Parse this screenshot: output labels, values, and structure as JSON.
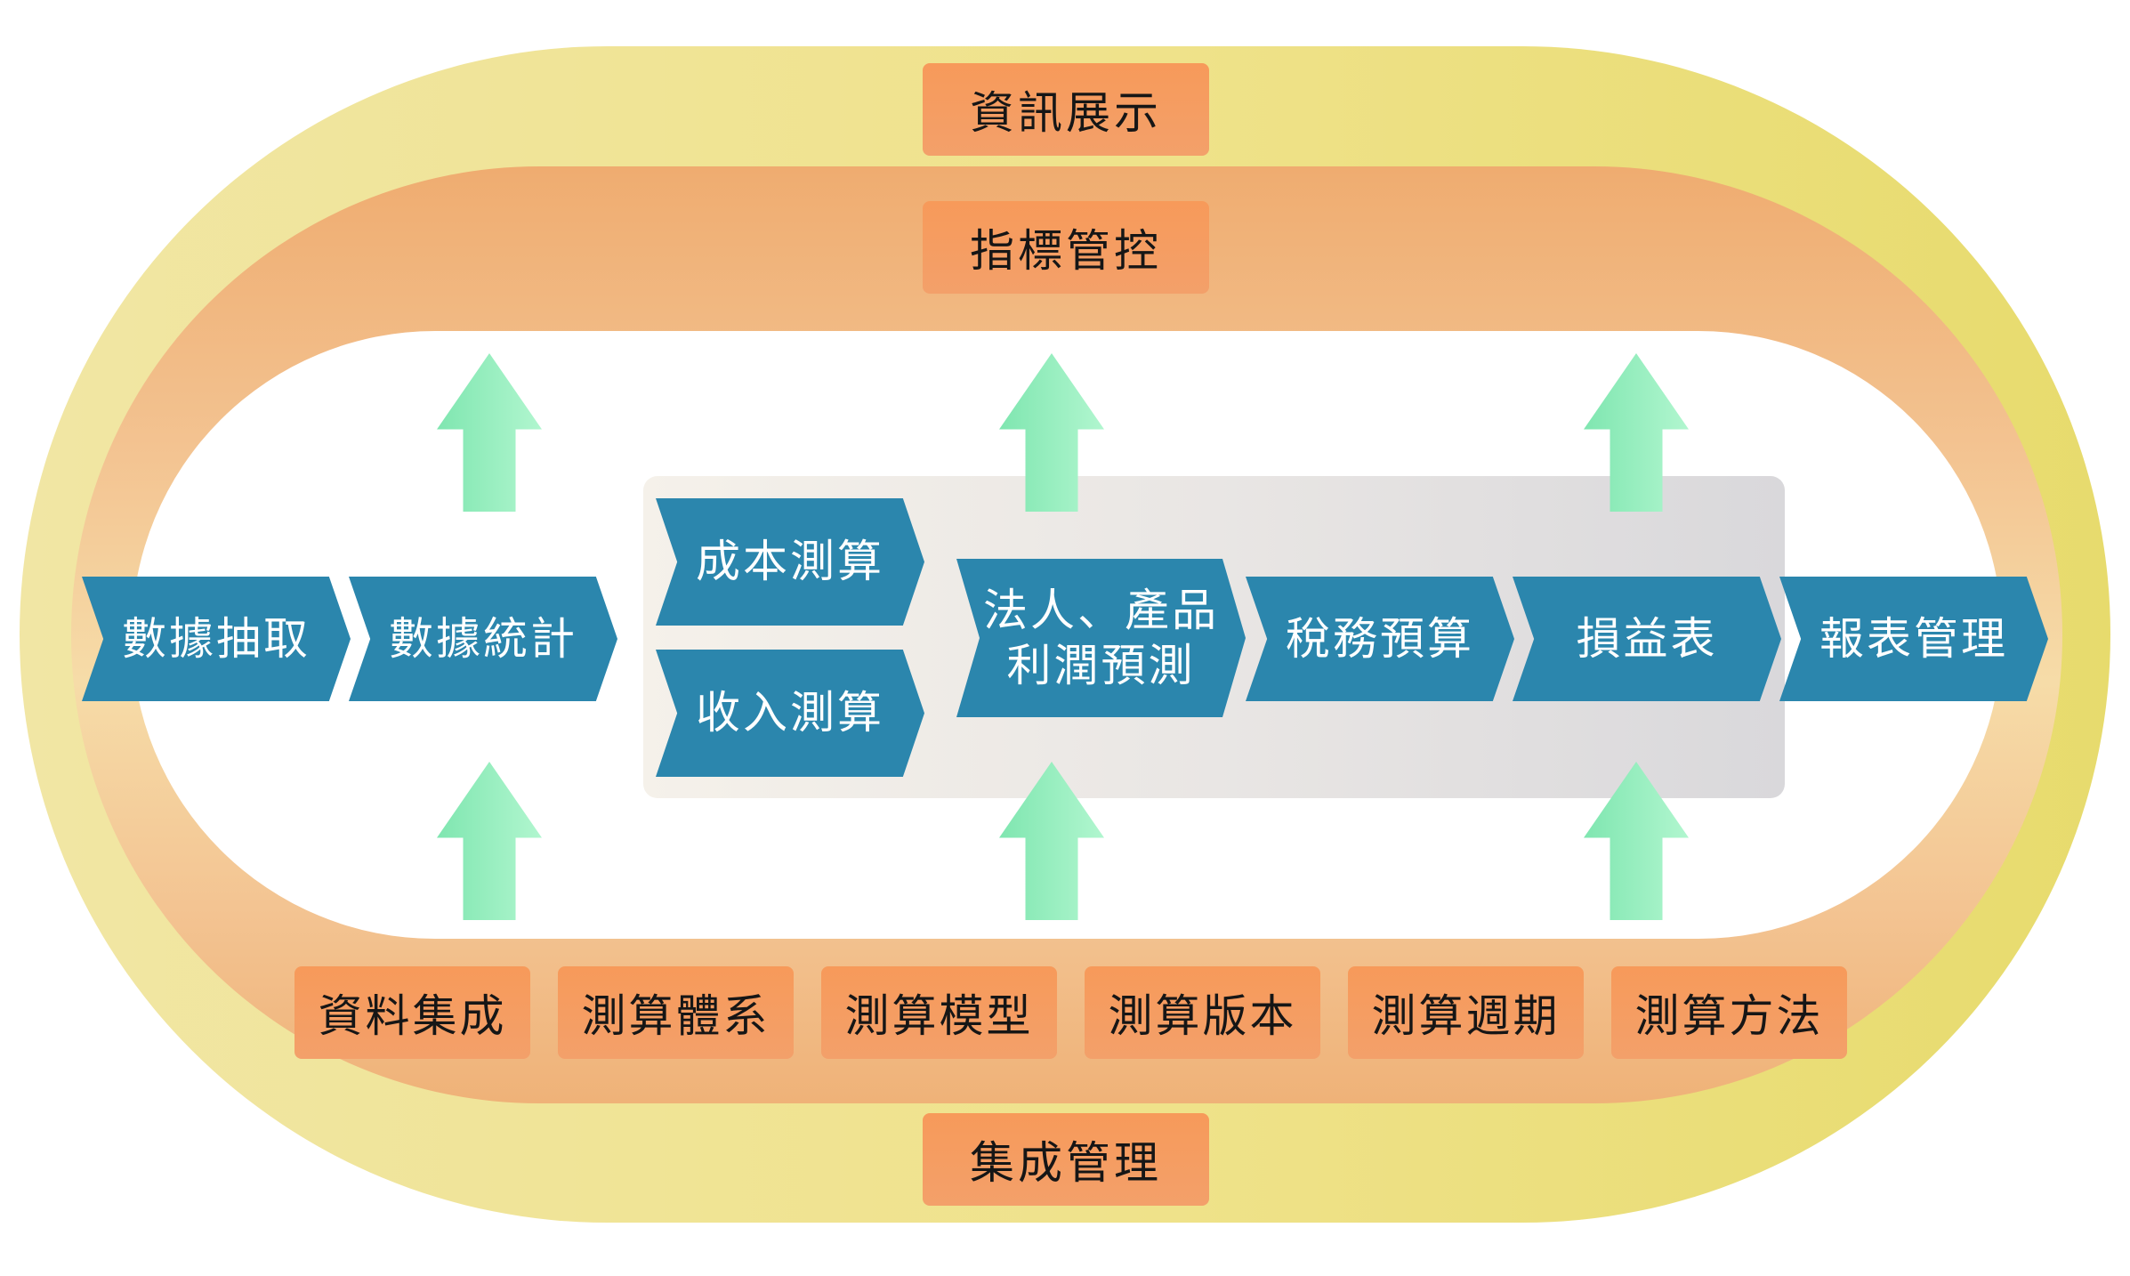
{
  "outer_ring": {
    "top_label": "資訊展示",
    "bottom_label": "集成管理"
  },
  "inner_ring": {
    "top_label": "指標管控",
    "bottom_items": [
      "資料集成",
      "測算體系",
      "測算模型",
      "測算版本",
      "測算週期",
      "測算方法"
    ]
  },
  "process": {
    "extract": "數據抽取",
    "statistics": "數據統計",
    "cost_calc": "成本測算",
    "revenue_calc": "收入測算",
    "profit_forecast_line1": "法人、產品",
    "profit_forecast_line2": "利潤預測",
    "tax_budget": "稅務預算",
    "pnl": "損益表",
    "report_mgmt": "報表管理"
  },
  "colors": {
    "outer_ring": "#efe28a",
    "inner_ring": "#f3c391",
    "tag": "#f79a5a",
    "chevron": "#2b86ad",
    "arrow": "#9ff0c4"
  },
  "icons": [
    "arrow-up-icon"
  ]
}
